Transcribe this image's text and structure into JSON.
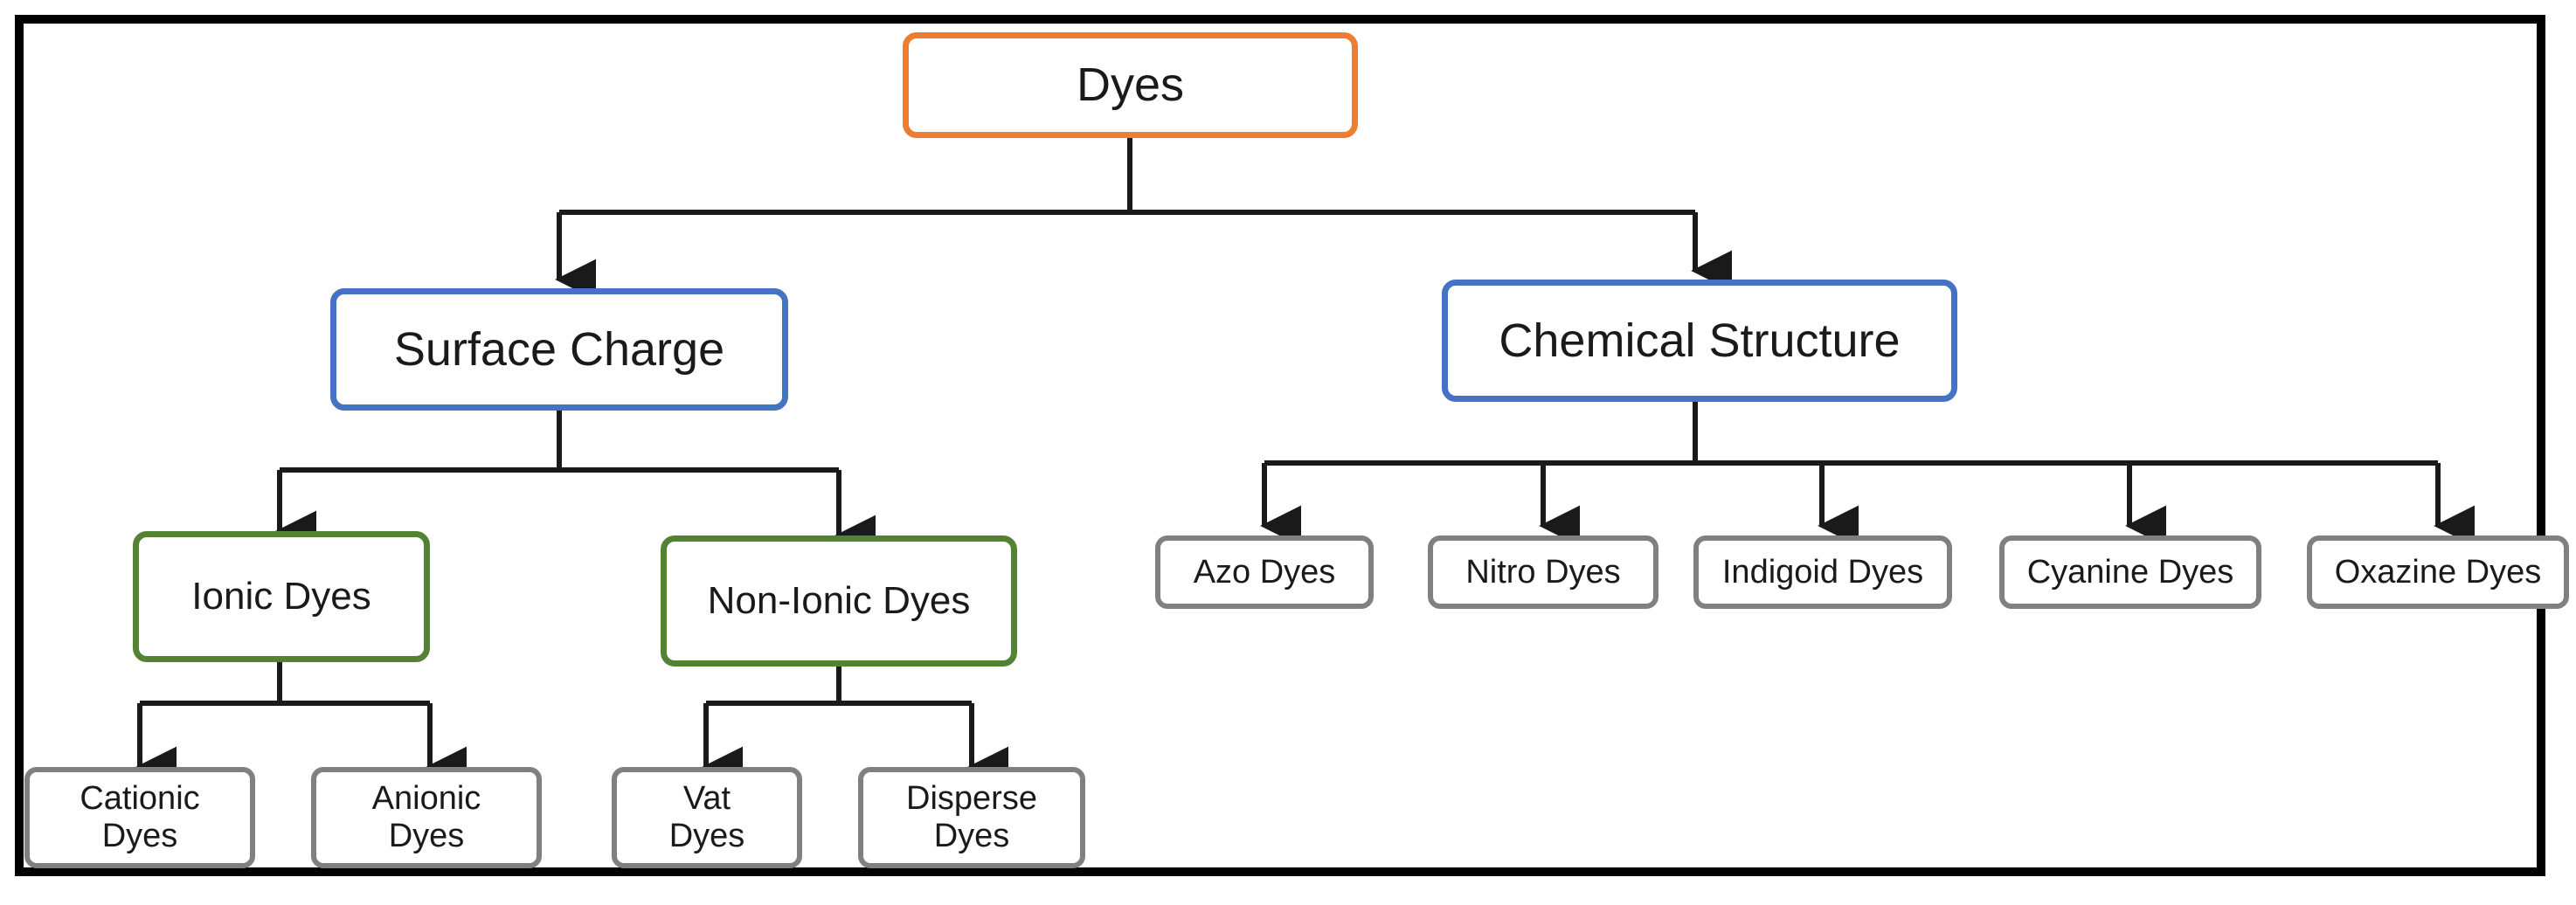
{
  "diagram": {
    "title": "Dyes classification flowchart",
    "type": "hierarchy-tree",
    "frame_color": "#000000",
    "background": "#ffffff",
    "connector_color": "#1a1a1a",
    "palette": {
      "root_border": "#ED7D31",
      "level2_border": "#4472C4",
      "level3_border": "#548235",
      "leaf_border": "#808080",
      "text": "#1a1a1a"
    },
    "nodes": {
      "root": {
        "label": "Dyes"
      },
      "level2": [
        {
          "label": "Surface Charge"
        },
        {
          "label": "Chemical Structure"
        }
      ],
      "level3": [
        {
          "label": "Ionic Dyes"
        },
        {
          "label": "Non-Ionic Dyes"
        }
      ],
      "ionic_children": [
        {
          "label": "Cationic\nDyes"
        },
        {
          "label": "Anionic\nDyes"
        }
      ],
      "nonionic_children": [
        {
          "label": "Vat\nDyes"
        },
        {
          "label": "Disperse\nDyes"
        }
      ],
      "chemical_children": [
        {
          "label": "Azo Dyes"
        },
        {
          "label": "Nitro Dyes"
        },
        {
          "label": "Indigoid Dyes"
        },
        {
          "label": "Cyanine Dyes"
        },
        {
          "label": "Oxazine Dyes"
        }
      ]
    },
    "edges": [
      {
        "from": "Dyes",
        "to": "Surface Charge"
      },
      {
        "from": "Dyes",
        "to": "Chemical Structure"
      },
      {
        "from": "Surface Charge",
        "to": "Ionic Dyes"
      },
      {
        "from": "Surface Charge",
        "to": "Non-Ionic Dyes"
      },
      {
        "from": "Ionic Dyes",
        "to": "Cationic Dyes"
      },
      {
        "from": "Ionic Dyes",
        "to": "Anionic Dyes"
      },
      {
        "from": "Non-Ionic Dyes",
        "to": "Vat Dyes"
      },
      {
        "from": "Non-Ionic Dyes",
        "to": "Disperse Dyes"
      },
      {
        "from": "Chemical Structure",
        "to": "Azo Dyes"
      },
      {
        "from": "Chemical Structure",
        "to": "Nitro Dyes"
      },
      {
        "from": "Chemical Structure",
        "to": "Indigoid Dyes"
      },
      {
        "from": "Chemical Structure",
        "to": "Cyanine Dyes"
      },
      {
        "from": "Chemical Structure",
        "to": "Oxazine Dyes"
      }
    ]
  }
}
